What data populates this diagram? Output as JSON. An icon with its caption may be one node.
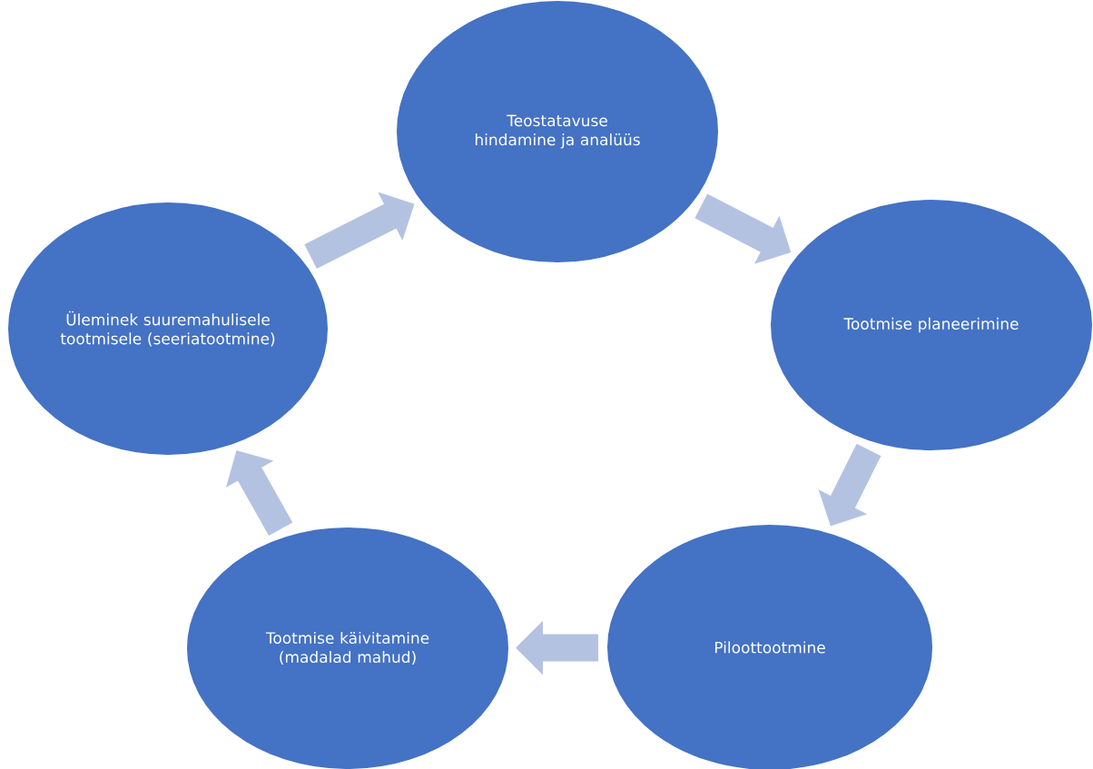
{
  "diagram": {
    "nodes": [
      {
        "text": [
          "Teostatavuse hindamine ja analüüs"
        ]
      },
      {
        "text": [
          "Tootmise planeerimine"
        ]
      },
      {
        "text": [
          "Piloottootmine"
        ]
      },
      {
        "text": [
          "Tootmise käivitamine (madalad mahud)"
        ]
      },
      {
        "text": [
          "Üleminek suuremahulisele tootmisele (seeriatootmine)"
        ]
      }
    ],
    "edges": [
      {
        "from": 0,
        "to": 1,
        "arrow": "to"
      },
      {
        "from": 1,
        "to": 2,
        "arrow": "to"
      },
      {
        "from": 2,
        "to": 3,
        "arrow": "to"
      },
      {
        "from": 3,
        "to": 4,
        "arrow": "to"
      },
      {
        "from": 4,
        "to": 0,
        "arrow": "to"
      }
    ]
  }
}
